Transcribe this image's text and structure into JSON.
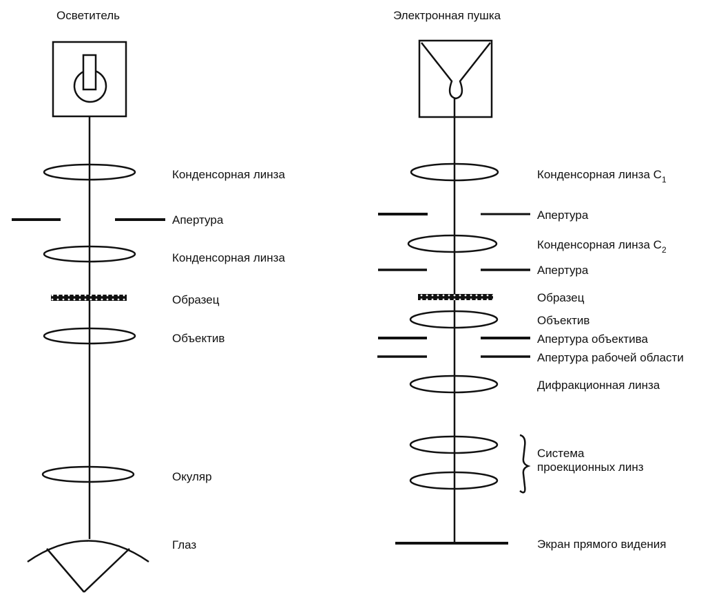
{
  "light_microscope": {
    "title": "Осветитель",
    "labels": {
      "condenser1": "Конденсорная линза",
      "aperture": "Апертура",
      "condenser2": "Конденсорная линза",
      "specimen": "Образец",
      "objective": "Объектив",
      "eyepiece": "Окуляр",
      "eye": "Глаз"
    }
  },
  "electron_microscope": {
    "title": "Электронная пушка",
    "labels": {
      "condenser1": "Конденсорная линза С",
      "condenser1_sub": "1",
      "aperture1": "Апертура",
      "condenser2": "Конденсорная линза С",
      "condenser2_sub": "2",
      "aperture2": "Апертура",
      "specimen": "Образец",
      "objective": "Объектив",
      "objective_aperture": "Апертура объектива",
      "area_aperture": "Апертура рабочей области",
      "diffraction_lens": "Дифракционная линза",
      "projection_system_line1": "Система",
      "projection_system_line2": "проекционных линз",
      "screen": "Экран прямого видения"
    }
  }
}
